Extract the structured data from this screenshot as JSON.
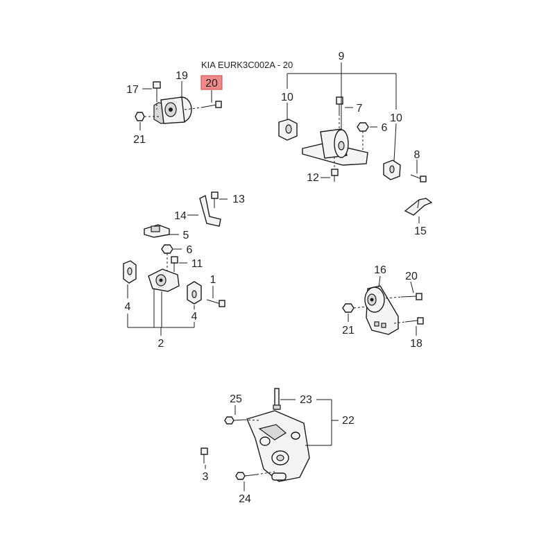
{
  "title": "KIA EURK3C002A - 20",
  "highlight_color": "#f08a8a",
  "labels": {
    "p1": "1",
    "p2": "2",
    "p3": "3",
    "p4a": "4",
    "p4b": "4",
    "p5": "5",
    "p6a": "6",
    "p6b": "6",
    "p7": "7",
    "p8": "8",
    "p9": "9",
    "p10a": "10",
    "p10b": "10",
    "p11": "11",
    "p12": "12",
    "p13": "13",
    "p14": "14",
    "p15": "15",
    "p16": "16",
    "p17": "17",
    "p18": "18",
    "p19": "19",
    "p20a": "20",
    "p20b": "20",
    "p21a": "21",
    "p21b": "21",
    "p22": "22",
    "p23": "23",
    "p24": "24",
    "p25": "25"
  }
}
